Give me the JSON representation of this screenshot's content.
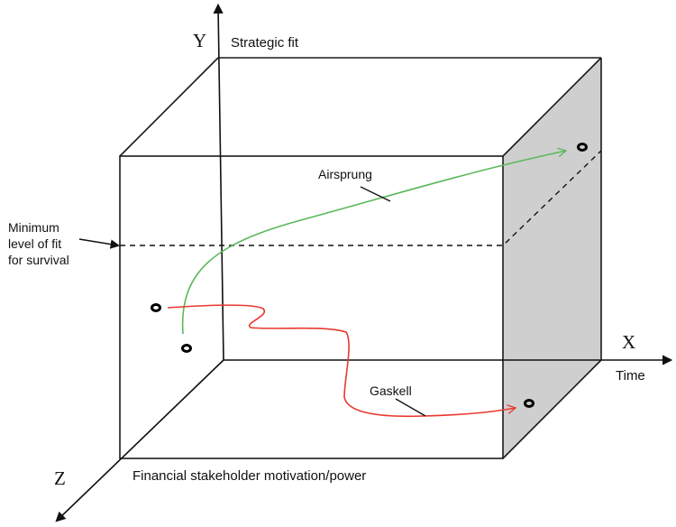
{
  "diagram": {
    "axes": {
      "y": {
        "letter": "Y",
        "label": "Strategic fit"
      },
      "x": {
        "letter": "X",
        "label": "Time"
      },
      "z": {
        "letter": "Z",
        "label": "Financial stakeholder motivation/power"
      }
    },
    "threshold": {
      "label_lines": [
        "Minimum",
        "level of fit",
        "for survival"
      ]
    },
    "trajectories": [
      {
        "name": "Airsprung",
        "color": "#5cb85c"
      },
      {
        "name": "Gaskell",
        "color": "#e8392f"
      }
    ],
    "colors": {
      "line": "#1a1a1a",
      "side_face": "#cfcfcf"
    }
  }
}
